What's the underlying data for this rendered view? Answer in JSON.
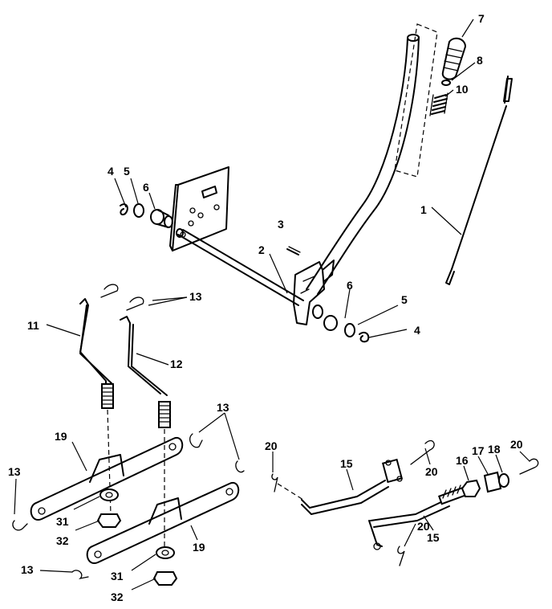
{
  "callouts": [
    {
      "id": "c1",
      "label": "1"
    },
    {
      "id": "c2",
      "label": "2"
    },
    {
      "id": "c3",
      "label": "3"
    },
    {
      "id": "c4a",
      "label": "4"
    },
    {
      "id": "c4b",
      "label": "4"
    },
    {
      "id": "c5a",
      "label": "5"
    },
    {
      "id": "c5b",
      "label": "5"
    },
    {
      "id": "c6a",
      "label": "6"
    },
    {
      "id": "c6b",
      "label": "6"
    },
    {
      "id": "c7",
      "label": "7"
    },
    {
      "id": "c8",
      "label": "8"
    },
    {
      "id": "c10",
      "label": "10"
    },
    {
      "id": "c11",
      "label": "11"
    },
    {
      "id": "c12",
      "label": "12"
    },
    {
      "id": "c13a",
      "label": "13"
    },
    {
      "id": "c13b",
      "label": "13"
    },
    {
      "id": "c13c",
      "label": "13"
    },
    {
      "id": "c13d",
      "label": "13"
    },
    {
      "id": "c15a",
      "label": "15"
    },
    {
      "id": "c15b",
      "label": "15"
    },
    {
      "id": "c16",
      "label": "16"
    },
    {
      "id": "c17",
      "label": "17"
    },
    {
      "id": "c18",
      "label": "18"
    },
    {
      "id": "c19a",
      "label": "19"
    },
    {
      "id": "c19b",
      "label": "19"
    },
    {
      "id": "c20a",
      "label": "20"
    },
    {
      "id": "c20b",
      "label": "20"
    },
    {
      "id": "c20c",
      "label": "20"
    },
    {
      "id": "c20d",
      "label": "20"
    },
    {
      "id": "c31a",
      "label": "31"
    },
    {
      "id": "c31b",
      "label": "31"
    },
    {
      "id": "c32a",
      "label": "32"
    },
    {
      "id": "c32b",
      "label": "32"
    }
  ]
}
